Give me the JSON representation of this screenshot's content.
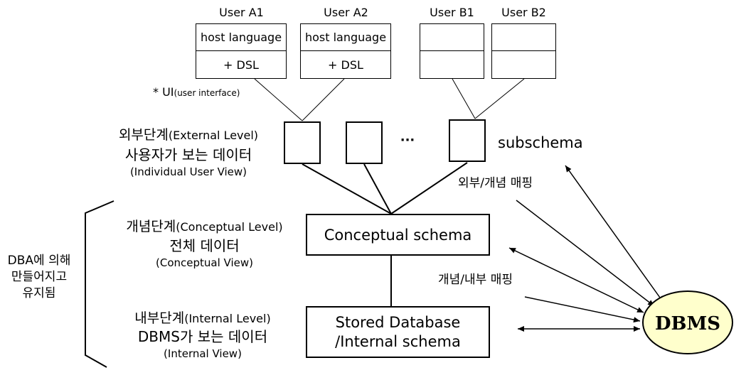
{
  "users": {
    "a1": {
      "name": "User A1",
      "top": "host language",
      "bottom": "+ DSL"
    },
    "a2": {
      "name": "User A2",
      "top": "host language",
      "bottom": "+ DSL"
    },
    "b1": {
      "name": "User B1",
      "top": "",
      "bottom": ""
    },
    "b2": {
      "name": "User B2",
      "top": "",
      "bottom": ""
    }
  },
  "ui_note": {
    "main": "* UI",
    "sub": "(user interface)"
  },
  "external": {
    "title_ko": "외부단계",
    "title_en": "(External Level)",
    "line2": "사용자가 보는 데이터",
    "line3": "(Individual User View)",
    "ellipsis": "···",
    "subschema": "subschema"
  },
  "conceptual": {
    "title_ko": "개념단계",
    "title_en": "(Conceptual Level)",
    "line2": "전체 데이터",
    "line3": "(Conceptual View)",
    "box": "Conceptual schema"
  },
  "internal": {
    "title_ko": "내부단계",
    "title_en": "(Internal Level)",
    "line2": "DBMS가 보는 데이터",
    "line3": "(Internal View)",
    "box_line1": "Stored Database",
    "box_line2": "/Internal schema"
  },
  "dba": {
    "line1": "DBA에 의해",
    "line2": "만들어지고",
    "line3": "유지됨"
  },
  "mappings": {
    "ext_con": "외부/개념 매핑",
    "con_int": "개념/내부 매핑"
  },
  "dbms": {
    "label": "DBMS",
    "fill": "#ffffcc"
  }
}
